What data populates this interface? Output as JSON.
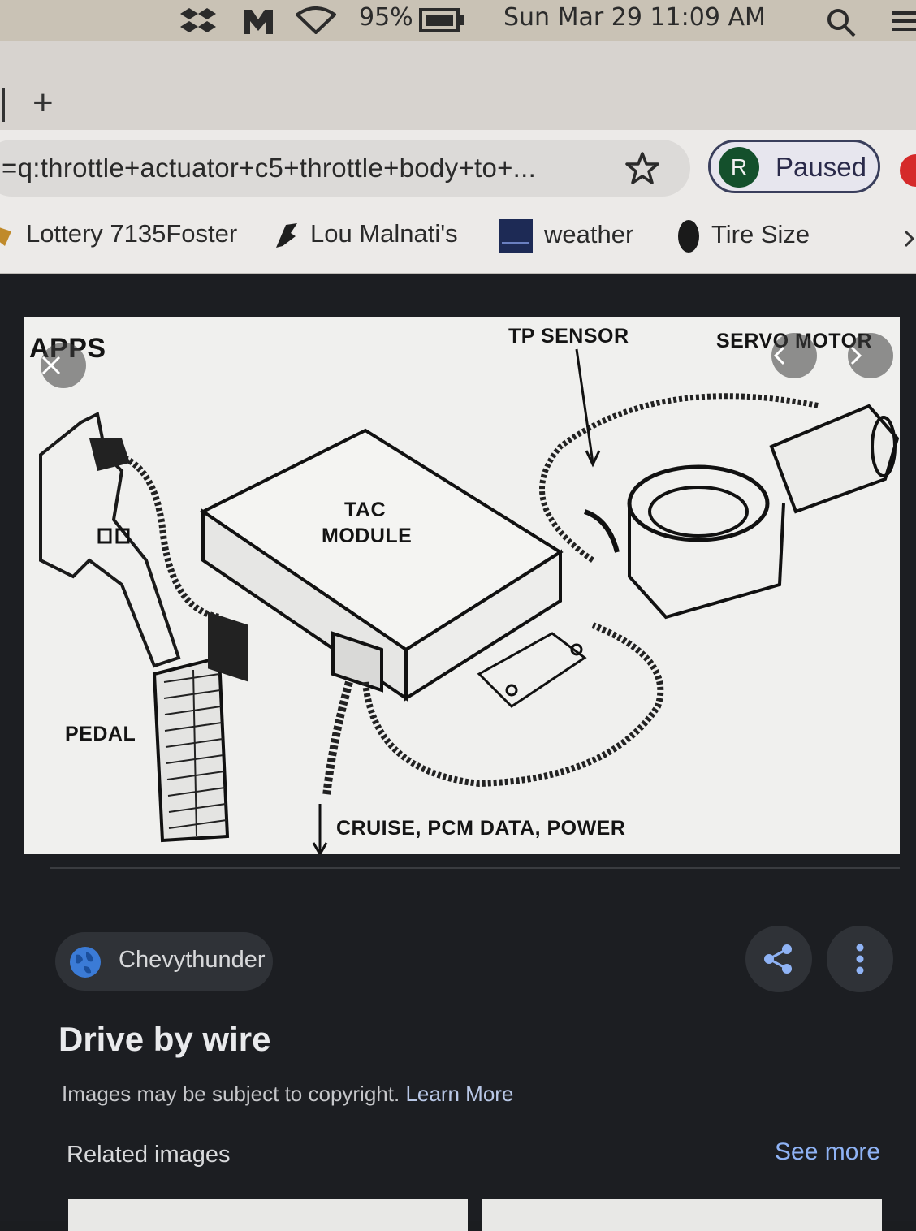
{
  "menubar": {
    "battery": "95%",
    "datetime": "Sun Mar 29  11:09 AM"
  },
  "tabstrip": {
    "new_tab": "+"
  },
  "toolbar": {
    "url": "=q:throttle+actuator+c5+throttle+body+to+...",
    "profile_initial": "R",
    "profile_status": "Paused"
  },
  "bookmarks": [
    {
      "label": "Lottery 7135Foster",
      "icon": "lottery-icon"
    },
    {
      "label": "Lou Malnati's",
      "icon": "pizza-icon"
    },
    {
      "label": "weather",
      "icon": "weather-icon"
    },
    {
      "label": "Tire Size",
      "icon": "tire-icon"
    }
  ],
  "diagram": {
    "labels": {
      "apps": "APPS",
      "tp_sensor": "TP SENSOR",
      "servo_motor": "SERVO MOTOR",
      "tac_line1": "TAC",
      "tac_line2": "MODULE",
      "pedal": "PEDAL",
      "bottom": "CRUISE, PCM DATA, POWER"
    }
  },
  "source": {
    "name": "Chevythunder"
  },
  "result": {
    "title": "Drive by wire",
    "copyright": "Images may be subject to copyright.",
    "learn_more": "Learn More",
    "related": "Related images",
    "see_more": "See more"
  },
  "colors": {
    "accent_link": "#8fb3f5",
    "profile_avatar": "#14502c"
  }
}
